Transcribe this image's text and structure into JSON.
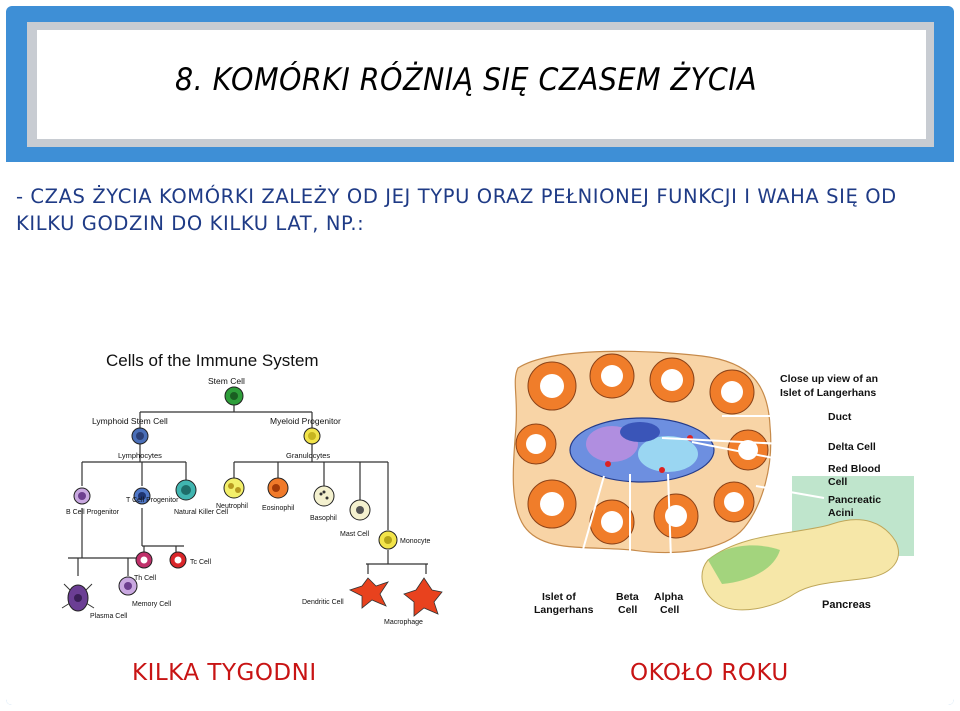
{
  "slide": {
    "title": "8. KOMÓRKI RÓŻNIĄ SIĘ CZASEM ŻYCIA",
    "body": "- CZAS ŻYCIA KOMÓRKI ZALEŻY OD JEJ TYPU ORAZ PEŁNIONEJ FUNKCJI I WAHA SIĘ OD KILKU GODZIN DO KILKU LAT, NP.:",
    "caption_left": "KILKA TYGODNI",
    "caption_right": "OKOŁO ROKU"
  },
  "immune_diagram": {
    "title": "Cells of the Immune System",
    "stem_cell": "Stem Cell",
    "lymphoid": "Lymphoid Stem Cell",
    "myeloid": "Myeloid Progenitor",
    "lymphocytes": "Lymphocytes",
    "granulocytes": "Granulocytes",
    "b_cell": "B Cell Progenitor",
    "t_cell": "T Cell Progenitor",
    "nk_cell": "Natural Killer Cell",
    "neutrophil": "Neutrophil",
    "eosinophil": "Eosinophil",
    "basophil": "Basophil",
    "mast_cell": "Mast Cell",
    "monocyte": "Monocyte",
    "th_cell": "Th Cell",
    "tc_cell": "Tc Cell",
    "plasma_cell": "Plasma Cell",
    "memory_cell": "Memory Cell",
    "dendritic_cell": "Dendritic Cell",
    "macrophage": "Macrophage"
  },
  "pancreas_diagram": {
    "title_line1": "Close up view of an",
    "title_line2": "Islet of Langerhans",
    "duct": "Duct",
    "delta": "Delta Cell",
    "rbc_line1": "Red Blood",
    "rbc_line2": "Cell",
    "acini_line1": "Pancreatic",
    "acini_line2": "Acini",
    "pancreas": "Pancreas",
    "islet_line1": "Islet of",
    "islet_line2": "Langerhans",
    "beta_line1": "Beta",
    "beta_line2": "Cell",
    "alpha_line1": "Alpha",
    "alpha_line2": "Cell"
  }
}
